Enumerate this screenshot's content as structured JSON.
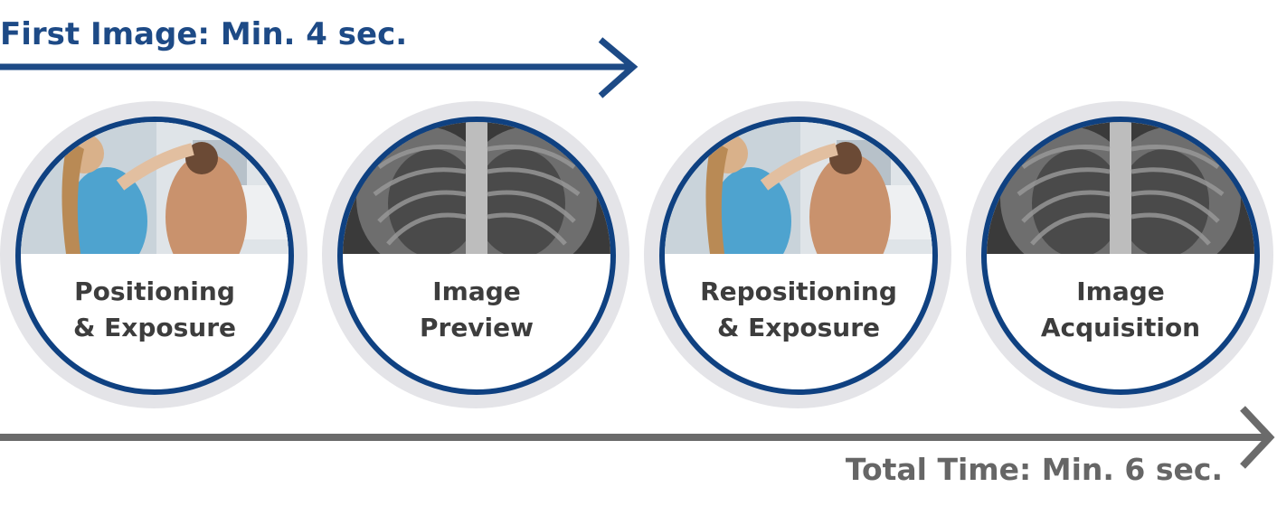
{
  "top_timeline": {
    "label": "First Image: Min. 4 sec.",
    "color": "#1d4a86"
  },
  "bottom_timeline": {
    "label": "Total Time: Min. 6 sec.",
    "color": "#666666"
  },
  "steps": [
    {
      "line1": "Positioning",
      "line2": "& Exposure",
      "image": "technician-positioning-patient-photo"
    },
    {
      "line1": "Image",
      "line2": "Preview",
      "image": "chest-xray-image"
    },
    {
      "line1": "Repositioning",
      "line2": "& Exposure",
      "image": "technician-positioning-patient-photo"
    },
    {
      "line1": "Image",
      "line2": "Acquisition",
      "image": "chest-xray-image"
    }
  ],
  "colors": {
    "ring": "#e4e4e8",
    "border": "#0f4181",
    "label_text": "#3d3d3d"
  }
}
